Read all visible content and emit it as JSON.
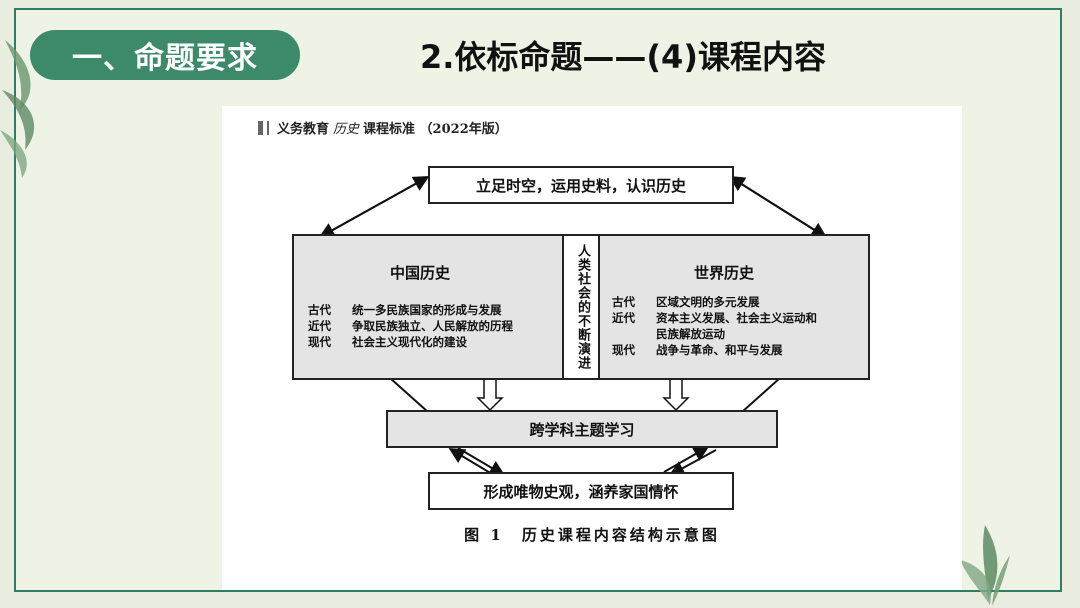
{
  "section_pill": "一、命题要求",
  "title": "2.依标命题——(4)课程内容",
  "doc": {
    "header_main": "义务教育",
    "header_italic": "历史",
    "header_rest": "课程标准 （2022年版）",
    "top_box": "立足时空，运用史料，认识历史",
    "china": {
      "title": "中国历史",
      "rows": [
        {
          "k": "古代",
          "v": "统一多民族国家的形成与发展"
        },
        {
          "k": "近代",
          "v": "争取民族独立、人民解放的历程"
        },
        {
          "k": "现代",
          "v": "社会主义现代化的建设"
        }
      ]
    },
    "middle": "人类社会的不断演进",
    "world": {
      "title": "世界历史",
      "rows": [
        {
          "k": "古代",
          "v": "区域文明的多元发展"
        },
        {
          "k": "近代",
          "v": "资本主义发展、社会主义运动和"
        },
        {
          "k": "",
          "v": "民族解放运动"
        },
        {
          "k": "现代",
          "v": "战争与革命、和平与发展"
        }
      ]
    },
    "cross_box": "跨学科主题学习",
    "bottom_box": "形成唯物史观，涵养家国情怀",
    "caption": "图 1　历史课程内容结构示意图"
  }
}
